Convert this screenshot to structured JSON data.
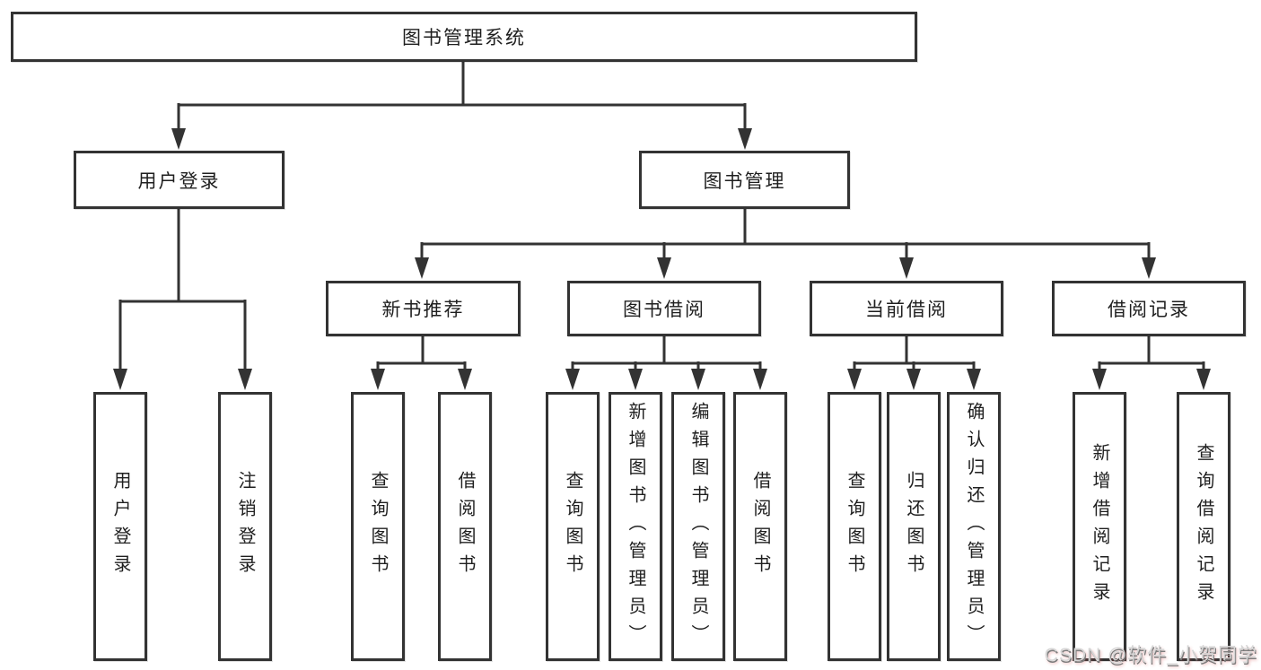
{
  "colors": {
    "line": "#333333",
    "box_border": "#333333",
    "box_fill": "#ffffff",
    "text": "#1f1f1f",
    "watermark_text": "#d6d6d6"
  },
  "watermark": {
    "text": "CSDN @软件_小贺同学"
  },
  "tree": {
    "root": {
      "label": "图书管理系统"
    },
    "branches": [
      {
        "label": "用户登录",
        "children": [
          {
            "label": "用户登录"
          },
          {
            "label": "注销登录"
          }
        ]
      },
      {
        "label": "图书管理",
        "children": [
          {
            "label": "新书推荐",
            "children": [
              {
                "label": "查询图书"
              },
              {
                "label": "借阅图书"
              }
            ]
          },
          {
            "label": "图书借阅",
            "children": [
              {
                "label": "查询图书"
              },
              {
                "label": "新增图书（管理员）"
              },
              {
                "label": "编辑图书（管理员）"
              },
              {
                "label": "借阅图书"
              }
            ]
          },
          {
            "label": "当前借阅",
            "children": [
              {
                "label": "查询图书"
              },
              {
                "label": "归还图书"
              },
              {
                "label": "确认归还（管理员）"
              }
            ]
          },
          {
            "label": "借阅记录",
            "children": [
              {
                "label": "新增借阅记录"
              },
              {
                "label": "查询借阅记录"
              }
            ]
          }
        ]
      }
    ]
  }
}
